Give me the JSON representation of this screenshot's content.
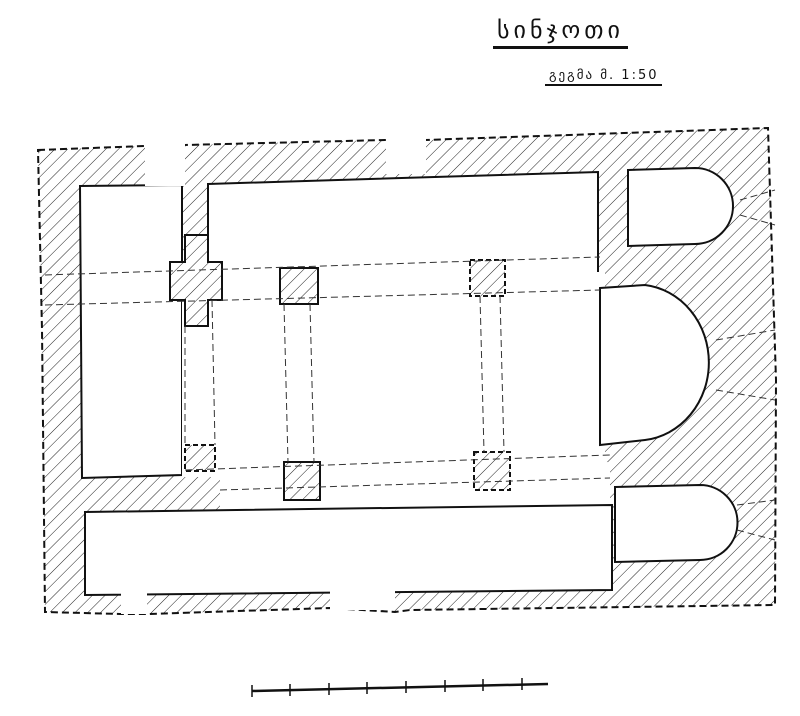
{
  "title": "სინჯოთი",
  "subtitle": "გეგმა  მ. 1:50",
  "colors": {
    "ink": "#111111",
    "paper": "#ffffff"
  },
  "scale_bar": {
    "divisions": 8
  }
}
